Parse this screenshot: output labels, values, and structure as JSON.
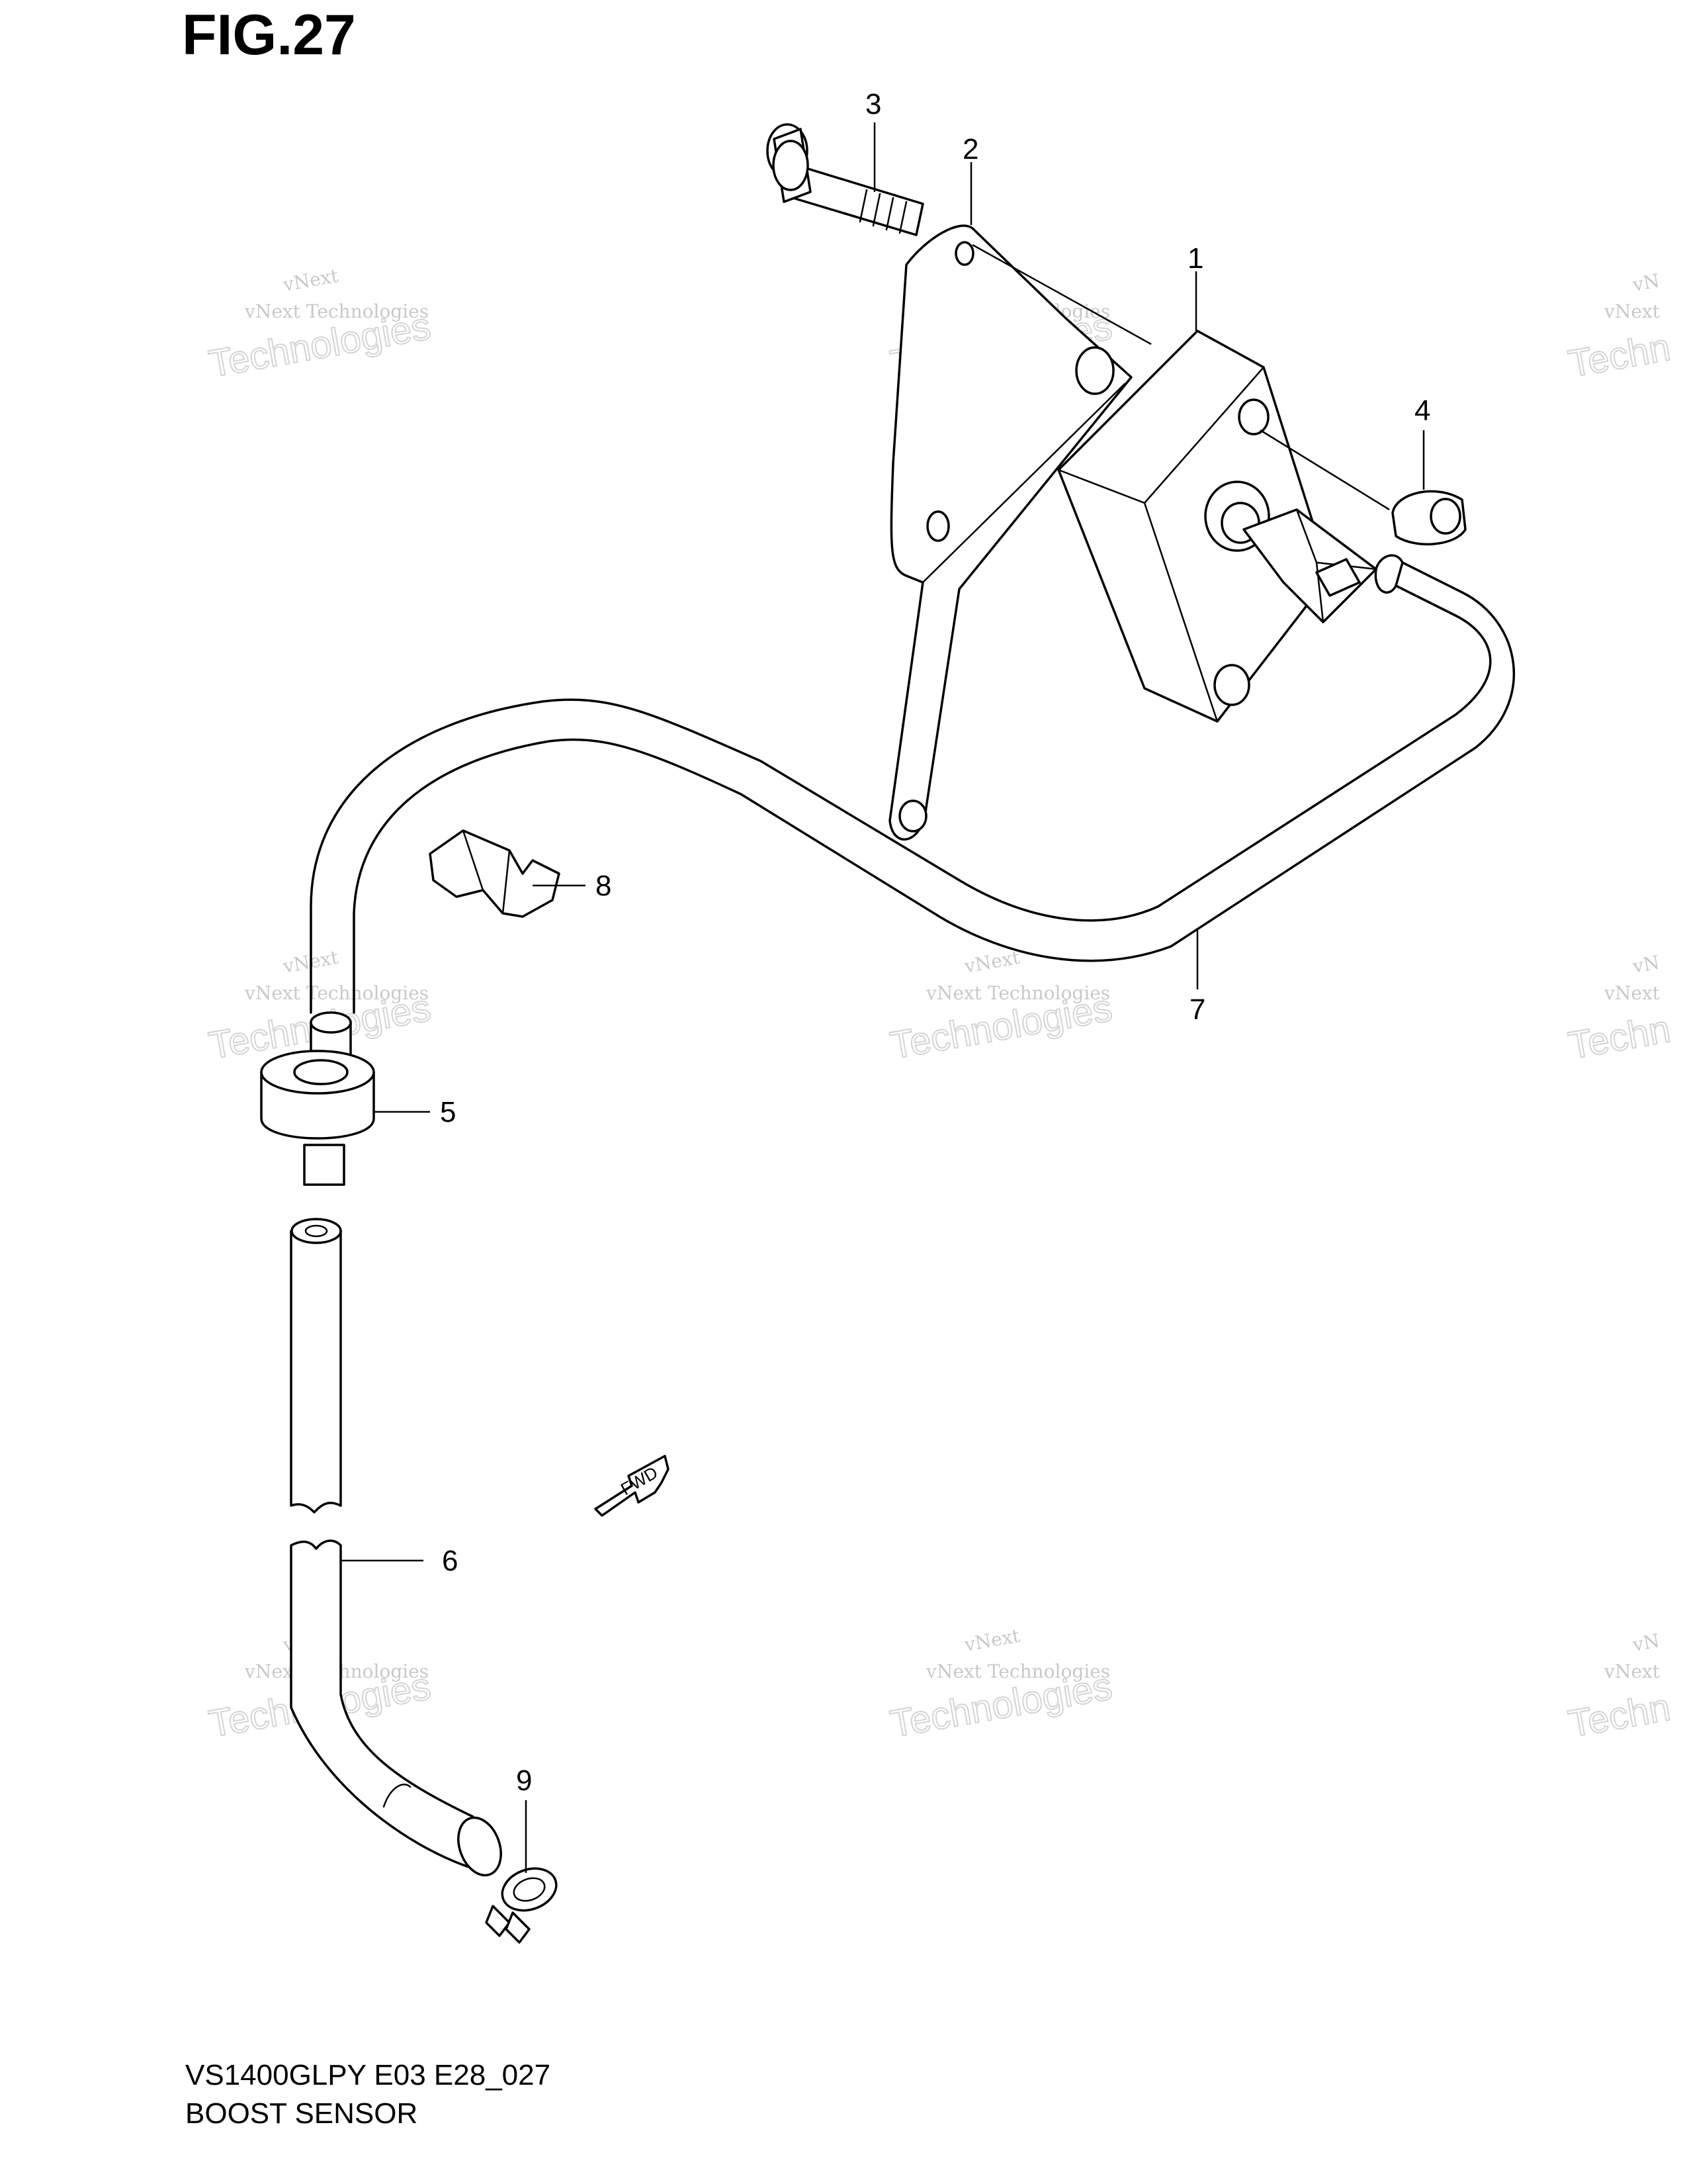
{
  "figure": {
    "title": "FIG.27",
    "model_code": "VS1400GLPY E03 E28_027",
    "caption": "BOOST SENSOR"
  },
  "callouts": [
    {
      "id": "1",
      "label": "1"
    },
    {
      "id": "2",
      "label": "2"
    },
    {
      "id": "3",
      "label": "3"
    },
    {
      "id": "4",
      "label": "4"
    },
    {
      "id": "5",
      "label": "5"
    },
    {
      "id": "6",
      "label": "6"
    },
    {
      "id": "7",
      "label": "7"
    },
    {
      "id": "8",
      "label": "8"
    },
    {
      "id": "9",
      "label": "9"
    }
  ],
  "direction_arrow": {
    "label": "FWD"
  },
  "watermark": {
    "line1": "vNext",
    "line2": "vNext Technologies",
    "line3": "Technologies",
    "tail_a": "vN",
    "tail_b": "vNext",
    "tail_c": "Techn"
  }
}
